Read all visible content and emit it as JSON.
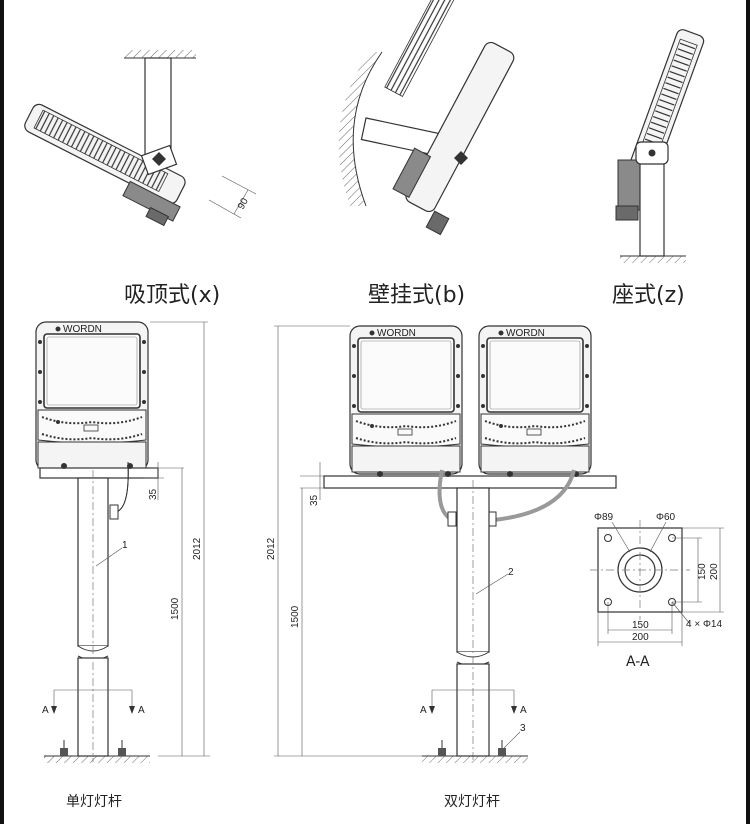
{
  "mount_views": {
    "ceiling": {
      "caption": "吸顶式(x)",
      "dim": "90"
    },
    "wall": {
      "caption": "壁挂式(b)"
    },
    "base": {
      "caption": "座式(z)"
    }
  },
  "single_pole": {
    "caption": "单灯灯杆",
    "part_number": "1",
    "dim_total": "2012",
    "dim_pole": "1500",
    "dim_plate": "35",
    "section_mark": "A",
    "brand": "WORDN"
  },
  "double_pole": {
    "caption": "双灯灯杆",
    "part_number": "2",
    "anchor_number": "3",
    "dim_total": "2012",
    "dim_pole": "1500",
    "dim_plate": "35",
    "section_mark": "A",
    "brand": "WORDN"
  },
  "section_view": {
    "caption": "A-A",
    "dim_outer_diameter": "Φ89",
    "dim_inner_diameter": "Φ60",
    "dim_height_inner": "150",
    "dim_height_outer": "200",
    "dim_width_inner": "150",
    "dim_width_outer": "200",
    "dim_holes": "4 × Φ14"
  }
}
